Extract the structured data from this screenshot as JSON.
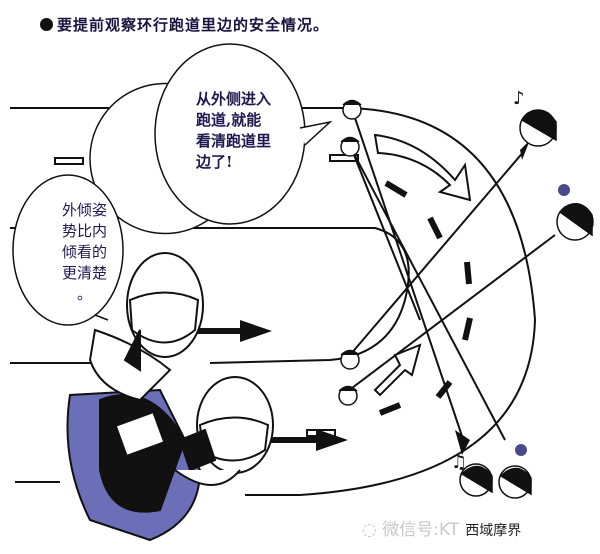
{
  "title": "要提前观察环行跑道里边的安全情况。",
  "bubbles": {
    "outside_entry": [
      "从外侧进入",
      "跑道,就能",
      "看清跑道里",
      "边了!"
    ],
    "lean_posture": [
      "外倾姿",
      "势比内",
      "倾看的",
      "更清楚",
      "。"
    ]
  },
  "watermark": {
    "prefix": "微信号:KT",
    "brand": "西域摩界",
    "icon": "wechat-icon"
  },
  "colors": {
    "line": "#111111",
    "text": "#1e1a50",
    "bike_blue": "#6b6fb8"
  }
}
